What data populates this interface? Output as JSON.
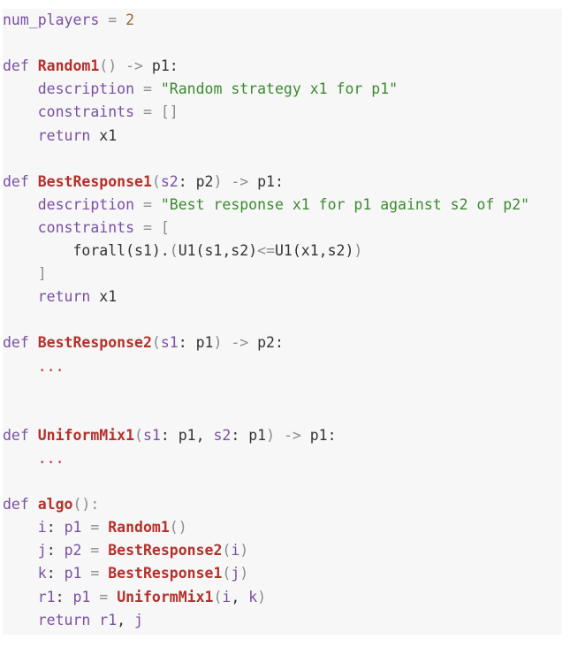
{
  "code": {
    "lines": [
      [
        [
          "t-kw",
          "num_players"
        ],
        [
          "t-op",
          " = "
        ],
        [
          "t-num",
          "2"
        ]
      ],
      [],
      [
        [
          "t-kw",
          "def "
        ],
        [
          "t-fn",
          "Random1"
        ],
        [
          "t-op",
          "() -> "
        ],
        [
          "t-plain",
          "p1:"
        ]
      ],
      [
        [
          "t-plain",
          "    "
        ],
        [
          "t-kw",
          "description"
        ],
        [
          "t-op",
          " = "
        ],
        [
          "t-str",
          "\"Random strategy x1 for p1\""
        ]
      ],
      [
        [
          "t-plain",
          "    "
        ],
        [
          "t-kw",
          "constraints"
        ],
        [
          "t-op",
          " = []"
        ]
      ],
      [
        [
          "t-plain",
          "    "
        ],
        [
          "t-kw",
          "return "
        ],
        [
          "t-plain",
          "x1"
        ]
      ],
      [],
      [
        [
          "t-kw",
          "def "
        ],
        [
          "t-fn",
          "BestResponse1"
        ],
        [
          "t-op",
          "("
        ],
        [
          "t-param",
          "s2"
        ],
        [
          "t-plain",
          ": p2"
        ],
        [
          "t-op",
          ") -> "
        ],
        [
          "t-plain",
          "p1:"
        ]
      ],
      [
        [
          "t-plain",
          "    "
        ],
        [
          "t-kw",
          "description"
        ],
        [
          "t-op",
          " = "
        ],
        [
          "t-str",
          "\"Best response x1 for p1 against s2 of p2\""
        ]
      ],
      [
        [
          "t-plain",
          "    "
        ],
        [
          "t-kw",
          "constraints"
        ],
        [
          "t-op",
          " = ["
        ]
      ],
      [
        [
          "t-plain",
          "        forall(s1)."
        ],
        [
          "t-op",
          "("
        ],
        [
          "t-plain",
          "U1(s1,s2)"
        ],
        [
          "t-op",
          "<="
        ],
        [
          "t-plain",
          "U1(x1,s2)"
        ],
        [
          "t-op",
          ")"
        ]
      ],
      [
        [
          "t-plain",
          "    "
        ],
        [
          "t-op",
          "]"
        ]
      ],
      [
        [
          "t-plain",
          "    "
        ],
        [
          "t-kw",
          "return "
        ],
        [
          "t-plain",
          "x1"
        ]
      ],
      [],
      [
        [
          "t-kw",
          "def "
        ],
        [
          "t-fn",
          "BestResponse2"
        ],
        [
          "t-op",
          "("
        ],
        [
          "t-param",
          "s1"
        ],
        [
          "t-plain",
          ": p1"
        ],
        [
          "t-op",
          ") -> "
        ],
        [
          "t-plain",
          "p2:"
        ]
      ],
      [
        [
          "t-plain",
          "    "
        ],
        [
          "t-dots",
          "..."
        ]
      ],
      [],
      [],
      [
        [
          "t-kw",
          "def "
        ],
        [
          "t-fn",
          "UniformMix1"
        ],
        [
          "t-op",
          "("
        ],
        [
          "t-param",
          "s1"
        ],
        [
          "t-plain",
          ": p1, "
        ],
        [
          "t-param",
          "s2"
        ],
        [
          "t-plain",
          ": p1"
        ],
        [
          "t-op",
          ") -> "
        ],
        [
          "t-plain",
          "p1:"
        ]
      ],
      [
        [
          "t-plain",
          "    "
        ],
        [
          "t-dots",
          "..."
        ]
      ],
      [],
      [
        [
          "t-kw",
          "def "
        ],
        [
          "t-fn",
          "algo"
        ],
        [
          "t-op",
          "():"
        ]
      ],
      [
        [
          "t-plain",
          "    "
        ],
        [
          "t-var",
          "i"
        ],
        [
          "t-plain",
          ": "
        ],
        [
          "t-var",
          "p1"
        ],
        [
          "t-op",
          " = "
        ],
        [
          "t-fn",
          "Random1"
        ],
        [
          "t-op",
          "()"
        ]
      ],
      [
        [
          "t-plain",
          "    "
        ],
        [
          "t-var",
          "j"
        ],
        [
          "t-plain",
          ": "
        ],
        [
          "t-var",
          "p2"
        ],
        [
          "t-op",
          " = "
        ],
        [
          "t-fn",
          "BestResponse2"
        ],
        [
          "t-op",
          "("
        ],
        [
          "t-var",
          "i"
        ],
        [
          "t-op",
          ")"
        ]
      ],
      [
        [
          "t-plain",
          "    "
        ],
        [
          "t-var",
          "k"
        ],
        [
          "t-plain",
          ": "
        ],
        [
          "t-var",
          "p1"
        ],
        [
          "t-op",
          " = "
        ],
        [
          "t-fn",
          "BestResponse1"
        ],
        [
          "t-op",
          "("
        ],
        [
          "t-var",
          "j"
        ],
        [
          "t-op",
          ")"
        ]
      ],
      [
        [
          "t-plain",
          "    "
        ],
        [
          "t-var",
          "r1"
        ],
        [
          "t-plain",
          ": "
        ],
        [
          "t-var",
          "p1"
        ],
        [
          "t-op",
          " = "
        ],
        [
          "t-fn",
          "UniformMix1"
        ],
        [
          "t-op",
          "("
        ],
        [
          "t-var",
          "i"
        ],
        [
          "t-plain",
          ", "
        ],
        [
          "t-var",
          "k"
        ],
        [
          "t-op",
          ")"
        ]
      ],
      [
        [
          "t-plain",
          "    "
        ],
        [
          "t-kw",
          "return "
        ],
        [
          "t-var",
          "r1"
        ],
        [
          "t-plain",
          ", "
        ],
        [
          "t-var",
          "j"
        ]
      ]
    ]
  }
}
